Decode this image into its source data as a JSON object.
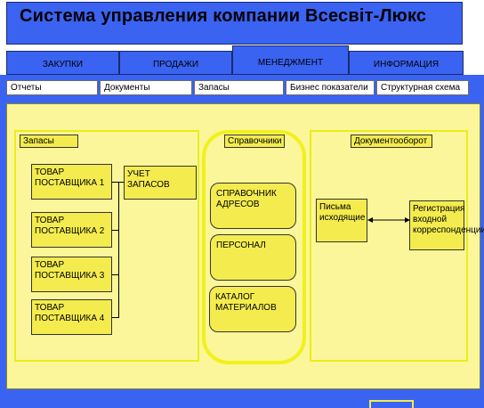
{
  "app": {
    "title": "Система управления компании Всесвіт-Люкс"
  },
  "tabs": [
    {
      "label": "ЗАКУПКИ",
      "active": false
    },
    {
      "label": "ПРОДАЖИ",
      "active": false
    },
    {
      "label": "МЕНЕДЖМЕНТ",
      "active": true
    },
    {
      "label": "ИНФОРМАЦИЯ",
      "active": false
    }
  ],
  "subtabs": [
    "Отчеты",
    "Документы",
    "Запасы",
    "Бизнес показатели",
    "Структурная схема"
  ],
  "groups": {
    "inventory": {
      "title": "Запасы",
      "suppliers": [
        "ТОВАР ПОСТАВЩИКА 1",
        "ТОВАР ПОСТАВЩИКА 2",
        "ТОВАР ПОСТАВЩИКА 3",
        "ТОВАР ПОСТАВЩИКА 4"
      ],
      "target": "УЧЕТ ЗАПАСОВ"
    },
    "directories": {
      "title": "Справочники",
      "items": [
        "СПРАВОЧНИК АДРЕСОВ",
        "ПЕРСОНАЛ",
        "КАТАЛОГ МАТЕРИАЛОВ"
      ]
    },
    "docflow": {
      "title": "Документооборот",
      "outgoing": "Письма исходящие",
      "incoming": "Регистрация входной корреспонденции"
    }
  },
  "colors": {
    "frame": "#3a63f2",
    "panel": "#fbf69a",
    "box": "#f4ec4e",
    "group_border": "#ecec1a"
  }
}
